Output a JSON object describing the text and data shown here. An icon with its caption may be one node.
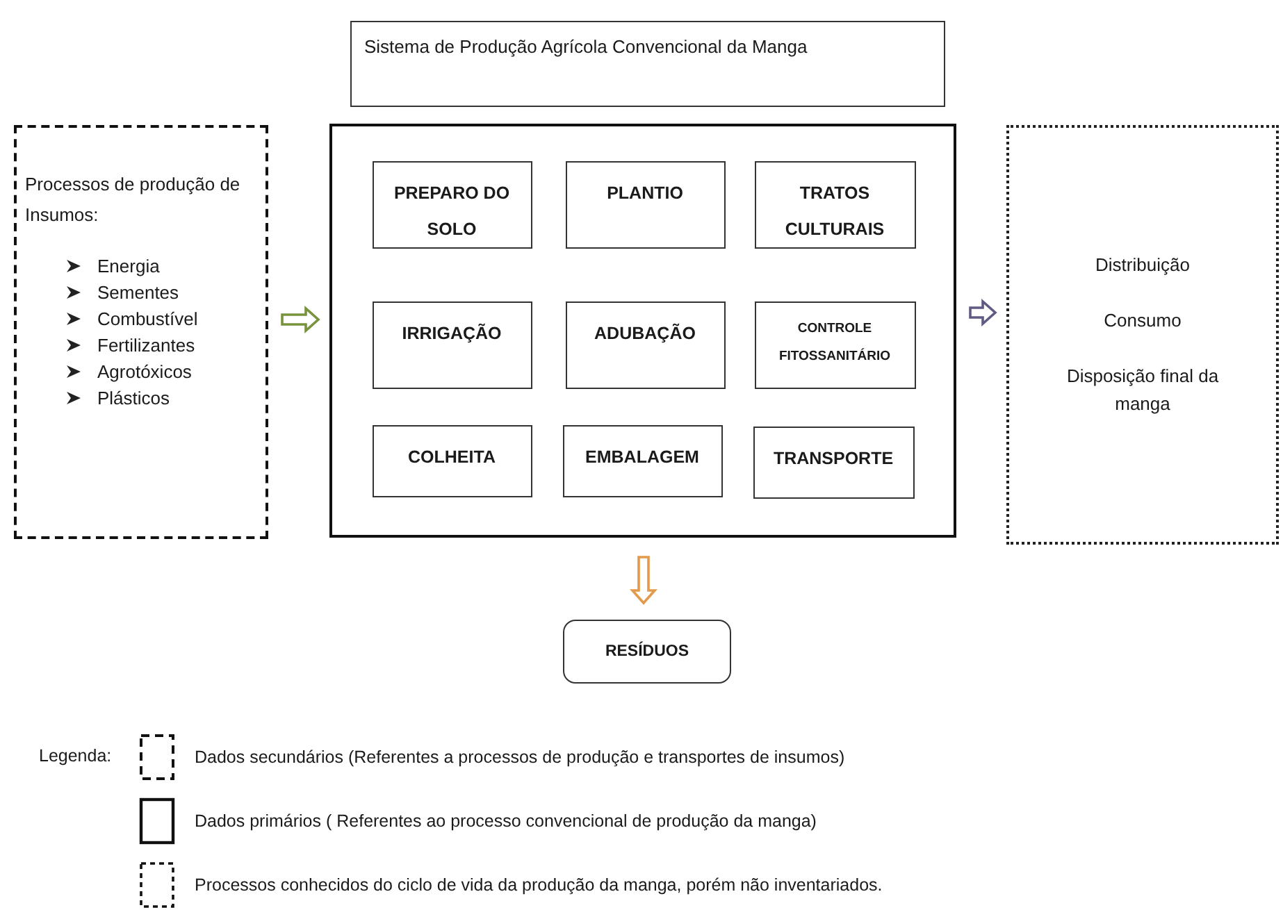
{
  "diagram": {
    "nodes": [
      {
        "text": [
          "Sistema de Produção Agrícola Convencional da Manga"
        ]
      },
      {
        "text": [
          "Processos de produção de Insumos:",
          "Energia",
          "Sementes",
          "Combustível",
          "Fertilizantes",
          "Agrotóxicos",
          "Plásticos"
        ]
      },
      {
        "text": [],
        "shape": "box"
      },
      {
        "text": [
          "PREPARO DO SOLO"
        ],
        "in": 2
      },
      {
        "text": [
          "PLANTIO"
        ],
        "in": 2
      },
      {
        "text": [
          "TRATOS CULTURAIS"
        ],
        "in": 2
      },
      {
        "text": [
          "IRRIGAÇÃO"
        ],
        "in": 2
      },
      {
        "text": [
          "ADUBAÇÃO"
        ],
        "in": 2
      },
      {
        "text": [
          "CONTROLE FITOSSANITÁRIO"
        ],
        "in": 2
      },
      {
        "text": [
          "COLHEITA"
        ],
        "in": 2
      },
      {
        "text": [
          "EMBALAGEM"
        ],
        "in": 2
      },
      {
        "text": [
          "TRANSPORTE"
        ],
        "in": 2
      },
      {
        "text": [
          "Distribuição",
          "Consumo",
          "Disposição final da manga"
        ]
      },
      {
        "text": [
          "RESÍDUOS"
        ]
      }
    ],
    "edges": [
      {
        "from": 1,
        "to": 2,
        "arrow": "to",
        "color": "#77933c"
      },
      {
        "from": 2,
        "to": 12,
        "arrow": "to",
        "color": "#5f5b84"
      },
      {
        "from": 2,
        "to": 13,
        "arrow": "to",
        "color": "#e39a4a"
      }
    ],
    "labels": [
      "Legenda:"
    ],
    "legend": [
      {
        "text": "Dados secundários (Referentes a processos de produção e transportes de insumos)"
      },
      {
        "text": "Dados primários ( Referentes ao processo convencional de produção da manga)"
      },
      {
        "text": "Processos conhecidos do ciclo de vida da produção da manga, porém não inventariados."
      }
    ]
  }
}
